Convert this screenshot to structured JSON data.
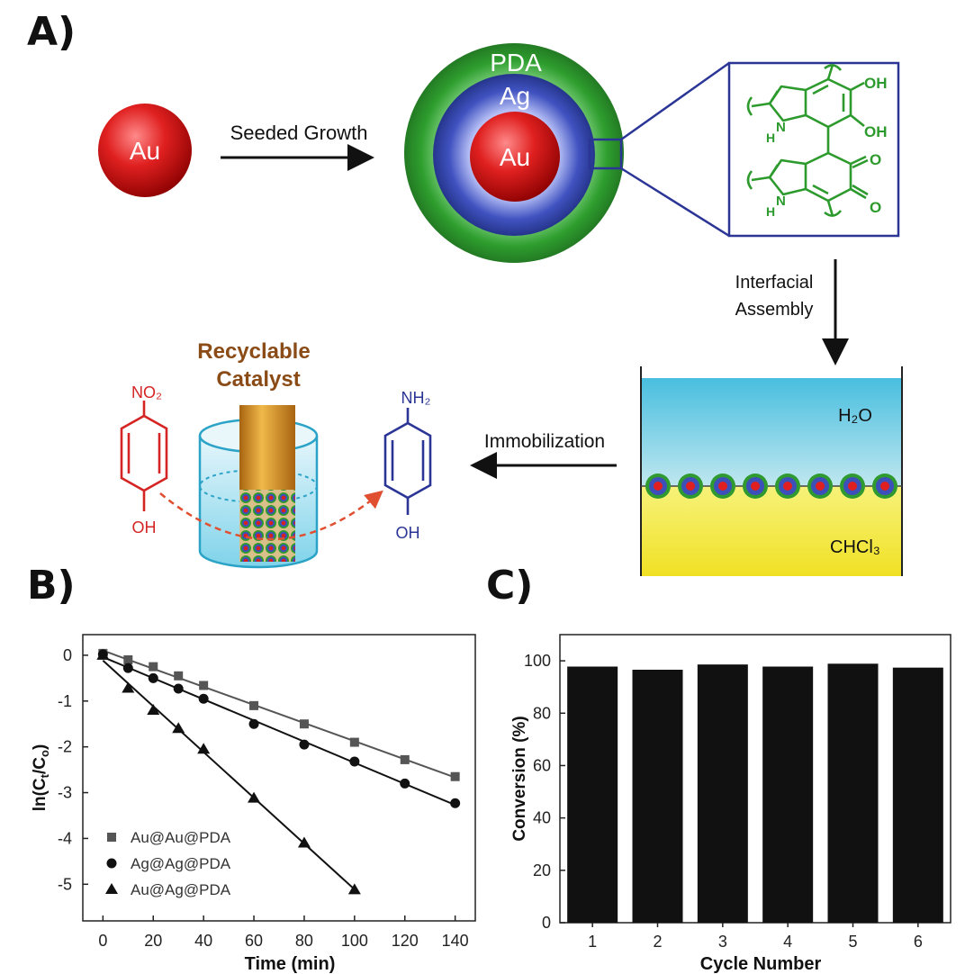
{
  "panels": {
    "a_label": "A)",
    "b_label": "B)",
    "c_label": "C)"
  },
  "scheme": {
    "seed_label": "Au",
    "step1": "Seeded Growth",
    "shell_outer": "PDA",
    "shell_mid": "Ag",
    "core": "Au",
    "step2_line1": "Interfacial",
    "step2_line2": "Assembly",
    "water": "H₂O",
    "chloroform": "CHCl₃",
    "step3": "Immobilization",
    "catalyst_line1": "Recyclable",
    "catalyst_line2": "Catalyst",
    "reactant_top": "NO₂",
    "reactant_bottom": "OH",
    "product_top": "NH₂",
    "product_bottom": "OH",
    "pda_oh1": "OH",
    "pda_oh2": "OH",
    "pda_o1": "O",
    "pda_o2": "O",
    "pda_nh1": "N",
    "pda_h1": "H",
    "pda_nh2": "N",
    "pda_h2": "H",
    "colors": {
      "gold_core": "#d01c1c",
      "silver_shell": "#2d3fa6",
      "pda_shell": "#2c9a2c",
      "water": "#55c3df",
      "chloroform": "#f2e61c",
      "catalyst_text": "#8a4b16",
      "reactant": "#d42424",
      "product": "#2b3596"
    }
  },
  "chart_data": [
    {
      "type": "scatter",
      "panel": "B",
      "xlabel": "Time (min)",
      "ylabel": "ln(Ct/Co)",
      "xlim": [
        -8,
        148
      ],
      "ylim": [
        -5.8,
        0.45
      ],
      "xticks": [
        0,
        20,
        40,
        60,
        80,
        100,
        120,
        140
      ],
      "yticks": [
        0,
        -1,
        -2,
        -3,
        -4,
        -5
      ],
      "legend_position": "bottom-left",
      "series": [
        {
          "name": "Au@Au@PDA",
          "marker": "square",
          "color": "#555555",
          "x": [
            0,
            10,
            20,
            30,
            40,
            60,
            80,
            100,
            120,
            140
          ],
          "y": [
            0.04,
            -0.1,
            -0.25,
            -0.45,
            -0.66,
            -1.1,
            -1.5,
            -1.9,
            -2.28,
            -2.65
          ]
        },
        {
          "name": "Ag@Ag@PDA",
          "marker": "circle",
          "color": "#111111",
          "x": [
            0,
            10,
            20,
            30,
            40,
            60,
            80,
            100,
            120,
            140
          ],
          "y": [
            0.02,
            -0.28,
            -0.5,
            -0.73,
            -0.95,
            -1.5,
            -1.95,
            -2.32,
            -2.8,
            -3.23
          ]
        },
        {
          "name": "Au@Ag@PDA",
          "marker": "triangle",
          "color": "#111111",
          "x": [
            0,
            10,
            20,
            30,
            40,
            60,
            80,
            100
          ],
          "y": [
            0.0,
            -0.72,
            -1.2,
            -1.6,
            -2.05,
            -3.12,
            -4.1,
            -5.12
          ]
        }
      ]
    },
    {
      "type": "bar",
      "panel": "C",
      "xlabel": "Cycle Number",
      "ylabel": "Conversion (%)",
      "ylim": [
        0,
        110
      ],
      "yticks": [
        0,
        20,
        40,
        60,
        80,
        100
      ],
      "categories": [
        "1",
        "2",
        "3",
        "4",
        "5",
        "6"
      ],
      "values": [
        97.8,
        96.6,
        98.6,
        97.8,
        98.9,
        97.4
      ]
    }
  ]
}
